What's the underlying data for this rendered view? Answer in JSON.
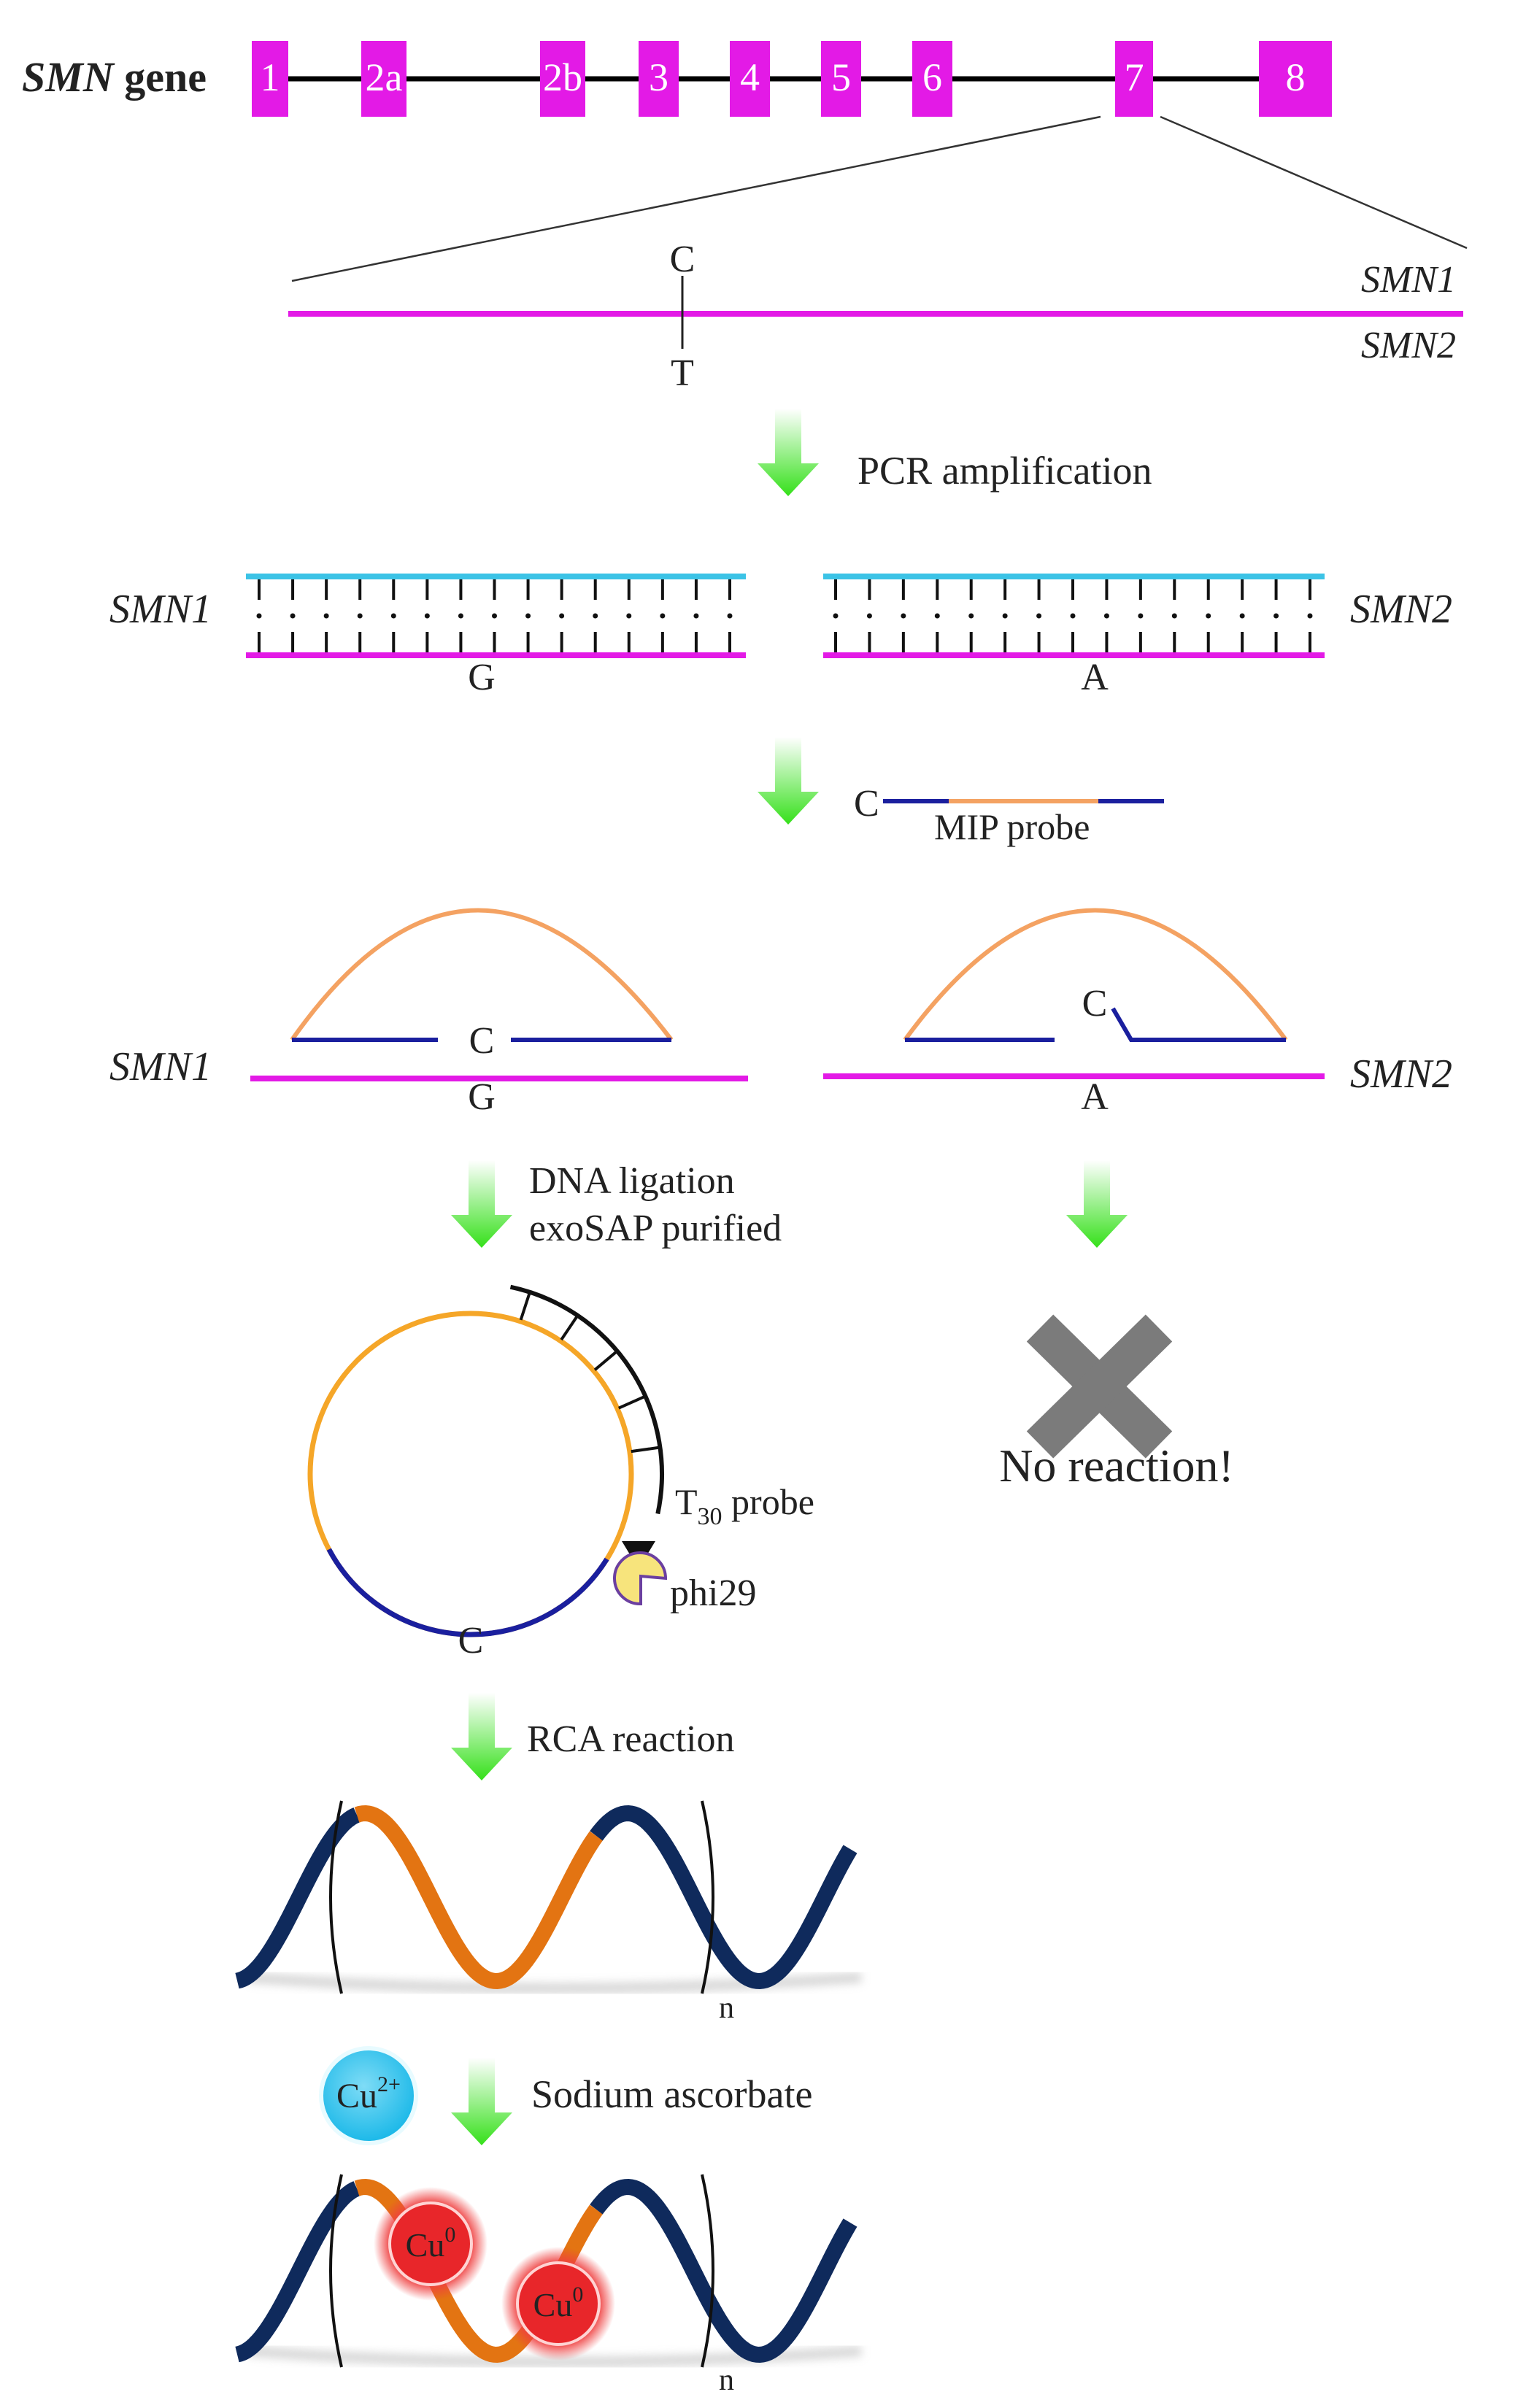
{
  "colors": {
    "magenta": "#e31ae6",
    "cyan": "#3cc3e6",
    "navy": "#1a1f9e",
    "peach": "#f4a262",
    "orange_ring": "#f5a628",
    "dark_navy": "#0f2a5c",
    "rca_orange": "#e37412",
    "arrow_green": "#35e01a",
    "cu2_blue": "#1ab8e8",
    "cu0_red": "#e8262a",
    "phi29_yellow": "#f7e47c",
    "phi29_stroke": "#6b3fa0",
    "cross_gray": "#7b7b7b"
  },
  "gene": {
    "label_italic": "SMN",
    "label_rest": " gene",
    "exons": [
      "1",
      "2a",
      "2b",
      "3",
      "4",
      "5",
      "6",
      "7",
      "8"
    ]
  },
  "zoom": {
    "top_base": "C",
    "bottom_base": "T",
    "top_name": "SMN1",
    "bottom_name": "SMN2"
  },
  "steps": {
    "pcr": "PCR amplification",
    "ligation_1": "DNA ligation",
    "ligation_2": "exoSAP purified",
    "rca": "RCA reaction",
    "ascorbate": "Sodium ascorbate"
  },
  "duplex": {
    "left_name": "SMN1",
    "right_name": "SMN2",
    "left_base": "G",
    "right_base": "A"
  },
  "mip": {
    "base": "C",
    "label": "MIP probe"
  },
  "hybrid": {
    "left_name": "SMN1",
    "right_name": "SMN2",
    "left_probe_base": "C",
    "left_target_base": "G",
    "right_probe_base": "C",
    "right_target_base": "A"
  },
  "no_reaction": "No reaction!",
  "circle": {
    "base": "C",
    "t30_main": "T",
    "t30_sub": "30",
    "t30_rest": " probe",
    "phi29": "phi29"
  },
  "product": {
    "repeat": "n"
  },
  "copper": {
    "cu2_main": "Cu",
    "cu2_sup": "2+",
    "cu0_main": "Cu",
    "cu0_sup": "0"
  }
}
